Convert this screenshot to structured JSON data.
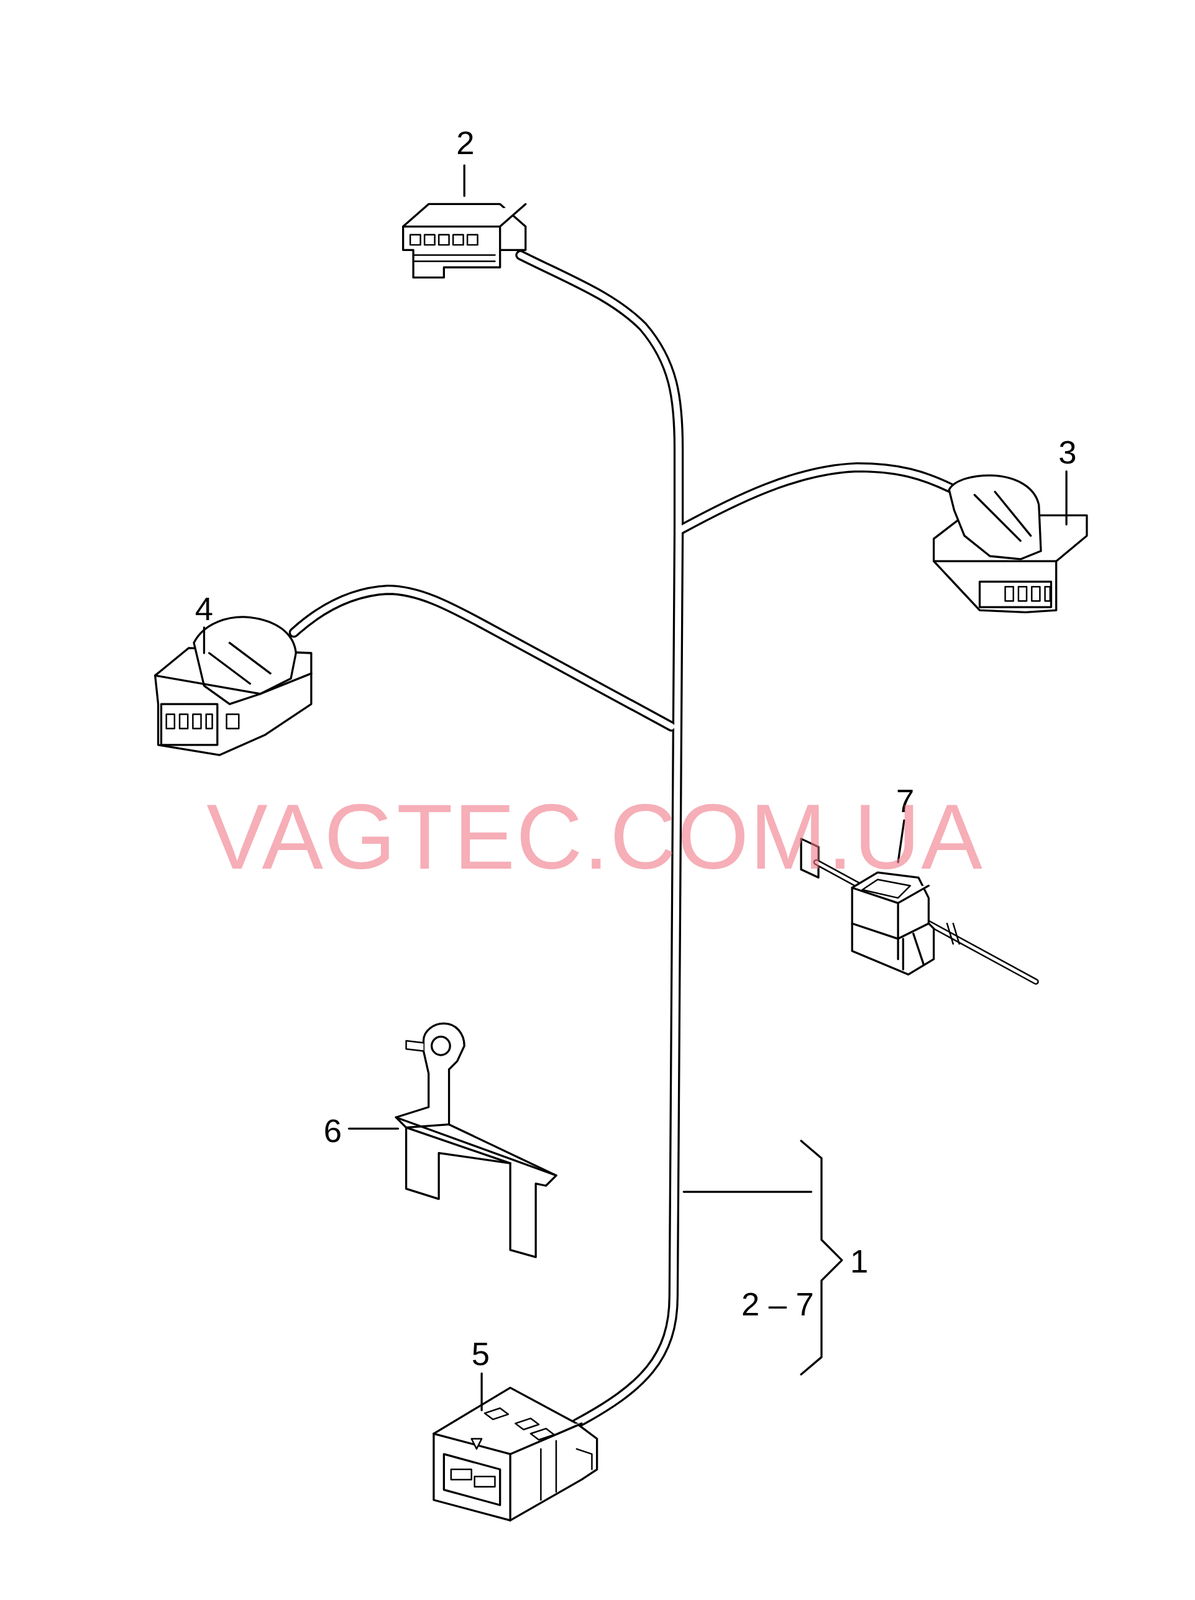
{
  "diagram": {
    "labels": [
      "2",
      "3",
      "4",
      "7",
      "6",
      "1",
      "2 – 7",
      "5",
      "VAGTEC.COM.UA"
    ]
  }
}
